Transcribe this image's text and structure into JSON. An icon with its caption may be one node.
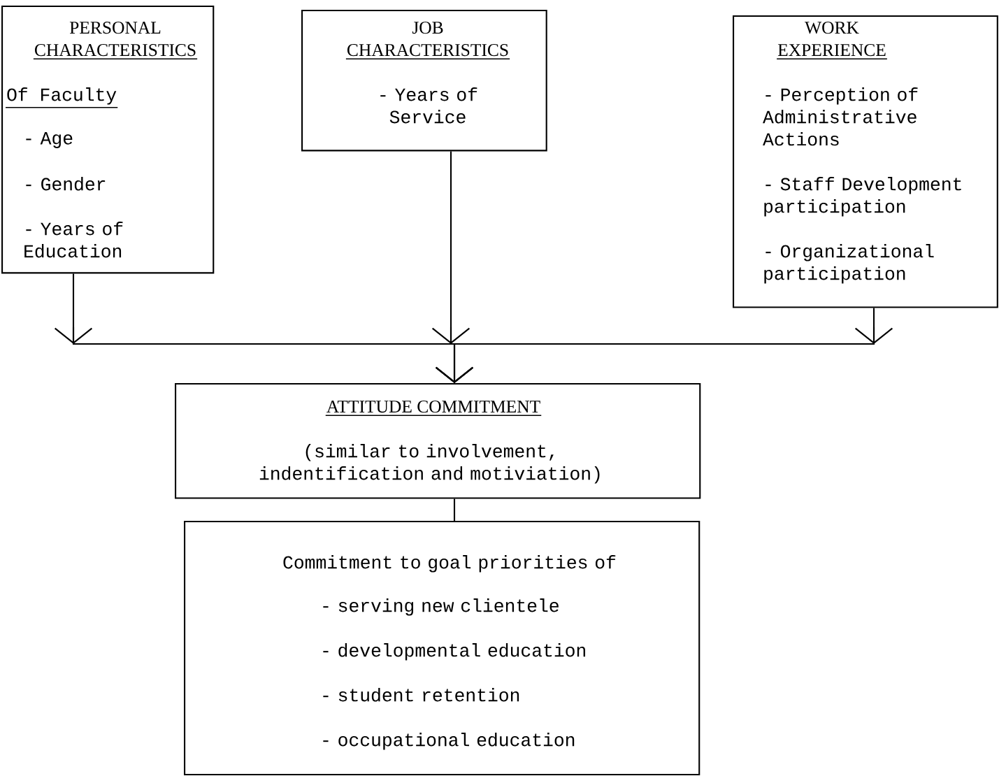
{
  "diagram": {
    "nodes": [
      {
        "text": [
          "PERSONAL CHARACTERISTICS",
          "Of Faculty",
          "- Age",
          "- Gender",
          "- Years of Education"
        ]
      },
      {
        "text": [
          "JOB CHARACTERISTICS",
          "- Years of Service"
        ]
      },
      {
        "text": [
          "WORK EXPERIENCE",
          "- Perception of Administrative Actions",
          "- Staff Development participation",
          "- Organizational participation"
        ]
      },
      {
        "text": [
          "ATTITUDE COMMITMENT",
          "(similar to involvement, indentification and motiviation)"
        ]
      },
      {
        "text": [
          "Commitment to goal priorities of",
          "- serving new clientele",
          "- developmental education",
          "- student retention",
          "- occupational education"
        ]
      }
    ],
    "edges": [
      {
        "from": 0,
        "to": 3,
        "arrow": "to"
      },
      {
        "from": 1,
        "to": 3,
        "arrow": "to"
      },
      {
        "from": 2,
        "to": 3,
        "arrow": "to"
      },
      {
        "from": 3,
        "to": 4,
        "arrow": "none"
      }
    ]
  }
}
